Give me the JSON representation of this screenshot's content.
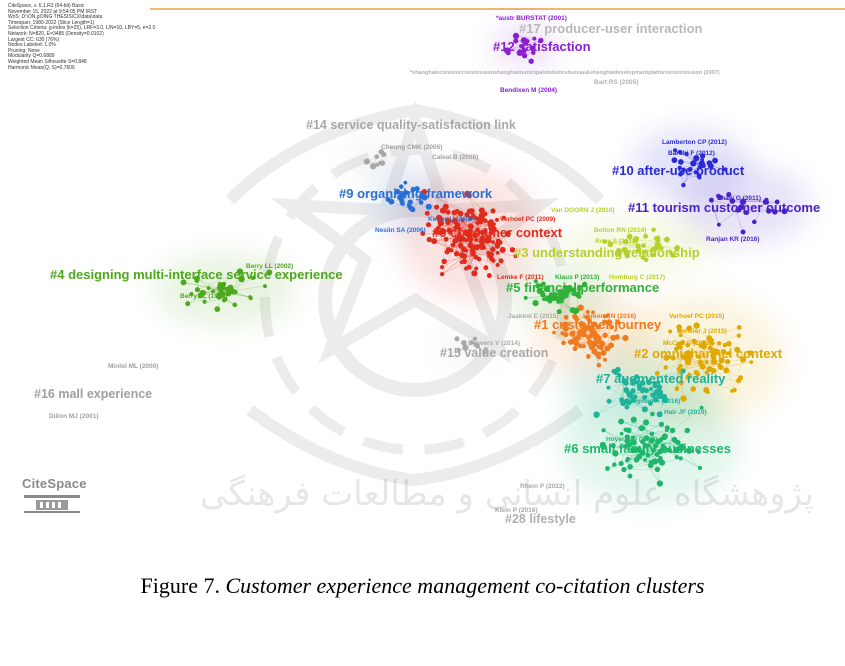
{
  "meta_lines": [
    "CiteSpace, v. 6.1.R3 (64-bit) Basic",
    "November 15, 2022 at 9:54:05 PM IRST",
    "WoS: D:\\ON.gOING THESIS\\CX\\data\\data",
    "Timespan: 1980-2022 (Slice Length=1)",
    "Selection Criteria: g-index (k=25), LRF=3.0, L/N=10, LBY=5, e=2.0",
    "Network: N=820, E=3485 (Density=0.0102)",
    "Largest CC: 630 (76%)",
    "Nodes Labeled: 1.0%",
    "Pruning: None",
    "Modularity Q=0.6889",
    "Weighted Mean Silhouette S=0.848",
    "Harmonic Mean(Q, S)=0.7606"
  ],
  "logo": "CiteSpace",
  "caption": {
    "prefix": "Figure 7. ",
    "italic": "Customer experience management co-citation clusters"
  },
  "clusters": [
    {
      "id": "c0",
      "label": "#0 consumer context",
      "color": "#e02a1c"
    },
    {
      "id": "c1",
      "label": "#1 customer journey",
      "color": "#f07a1e"
    },
    {
      "id": "c2",
      "label": "#2 omnichannel context",
      "color": "#e0a800"
    },
    {
      "id": "c3",
      "label": "#3 understanding relationship",
      "color": "#b7cf2c"
    },
    {
      "id": "c4",
      "label": "#4 designing multi-interface service experience",
      "color": "#4ea81d"
    },
    {
      "id": "c5",
      "label": "#5 financial performance",
      "color": "#30b13a"
    },
    {
      "id": "c6",
      "label": "#6 small family businesses",
      "color": "#1eb66b"
    },
    {
      "id": "c7",
      "label": "#7 augmented reality",
      "color": "#1fb29b"
    },
    {
      "id": "c9",
      "label": "#9 organizing framework",
      "color": "#2a6fd6"
    },
    {
      "id": "c10",
      "label": "#10 after-use product",
      "color": "#2a2ad4"
    },
    {
      "id": "c11",
      "label": "#11 tourism customer outcome",
      "color": "#4a22c8"
    },
    {
      "id": "c12",
      "label": "#12 satisfaction",
      "color": "#8a1fd0"
    },
    {
      "id": "c14",
      "label": "#14 service quality-satisfaction link",
      "color": "#a8a8a8"
    },
    {
      "id": "c15",
      "label": "#15 value creation",
      "color": "#a0a0a0"
    },
    {
      "id": "c16",
      "label": "#16 mall experience",
      "color": "#a8a8a8"
    },
    {
      "id": "c17",
      "label": "#17 producer-user interaction",
      "color": "#b8b8b8"
    },
    {
      "id": "c28",
      "label": "#28 lifestyle",
      "color": "#b0b0b0"
    }
  ],
  "references": [
    "*austr BURSTAT (2001)",
    "*shanghaieconomiccommissionshanghaimunicipalstatisticsbureau&shanghaidevelopmentplatformcommission (2007)",
    "Bart RS (2005)",
    "Bendixen M (2004)",
    "Lamberton CP (2012)",
    "Bardhi F (2012)",
    "Shaw G (2011)",
    "Ranjan KR (2016)",
    "Cheung CMK (2005)",
    "Caleal B (2008)",
    "Verhoef PC (2009)",
    "Van DOORN J (2010)",
    "Kenus U (2008)",
    "Nesiln SA (2006)",
    "Bolton RN (2014)",
    "Rose S (2012)",
    "Berry LL (2002)",
    "Berry LL (1999)",
    "Lemke F (2011)",
    "Klaus P (2013)",
    "Homburg C (2017)",
    "Lemon KN (2016)",
    "Verhoef PC (2015)",
    "Jaakkol E (2015)",
    "Hensler J (2015)",
    "McColl G (2018)",
    "Beavers V (2014)",
    "Bilgihan A (2016)",
    "Hair JF (2019)",
    "Hoyer WD (2020)",
    "Minlol ML (2000)",
    "Dillon MJ (2001)",
    "Rhein P (2022)",
    "Klein P (2016)"
  ]
}
